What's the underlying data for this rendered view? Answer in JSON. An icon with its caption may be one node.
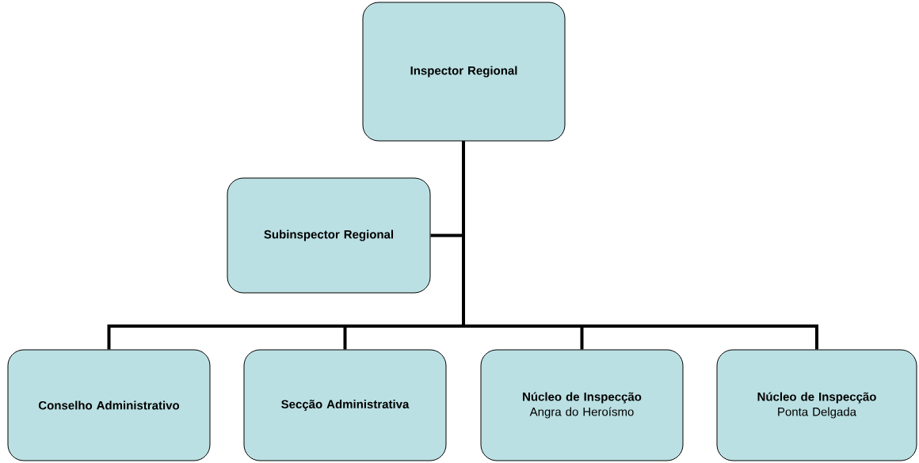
{
  "diagram": {
    "nodes": [
      {
        "text": [
          "Inspector Regional"
        ]
      },
      {
        "text": [
          "Subinspector Regional"
        ]
      },
      {
        "text": [
          "Conselho Administrativo"
        ]
      },
      {
        "text": [
          "Secção Administrativa"
        ]
      },
      {
        "text": [
          "Núcleo de Inspecção",
          "Angra do Heroísmo"
        ]
      },
      {
        "text": [
          "Núcleo de Inspecção",
          "Ponta Delgada"
        ]
      }
    ],
    "edges": [
      {
        "from": 0,
        "to": 1,
        "arrow": "none"
      },
      {
        "from": 0,
        "to": 2,
        "arrow": "none"
      },
      {
        "from": 0,
        "to": 3,
        "arrow": "none"
      },
      {
        "from": 0,
        "to": 4,
        "arrow": "none"
      },
      {
        "from": 0,
        "to": 5,
        "arrow": "none"
      }
    ]
  }
}
